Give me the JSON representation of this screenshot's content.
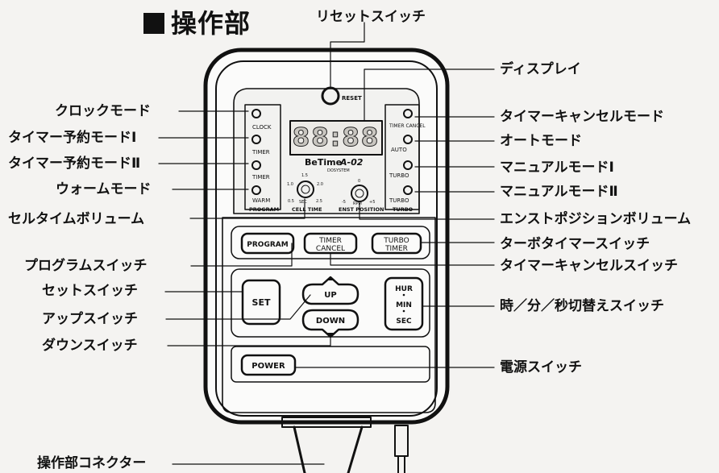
{
  "title": "操作部",
  "callouts": {
    "reset_switch": "リセットスイッチ",
    "display": "ディスプレイ",
    "clock_mode": "クロックモード",
    "timer_mode_1": "タイマー予約モードⅠ",
    "timer_mode_2": "タイマー予約モードⅡ",
    "warm_mode": "ウォームモード",
    "cell_time_volume": "セルタイムボリューム",
    "program_switch": "プログラムスイッチ",
    "set_switch": "セットスイッチ",
    "up_switch": "アップスイッチ",
    "down_switch": "ダウンスイッチ",
    "connector": "操作部コネクター",
    "timer_cancel_mode": "タイマーキャンセルモード",
    "auto_mode": "オートモード",
    "manual_mode_1": "マニュアルモードⅠ",
    "manual_mode_2": "マニュアルモードⅡ",
    "enst_position_volume": "エンストポジションボリューム",
    "turbo_timer_switch": "ターボタイマースイッチ",
    "timer_cancel_switch": "タイマーキャンセルスイッチ",
    "hms_switch": "時／分／秒切替えスイッチ",
    "power_switch": "電源スイッチ"
  },
  "device": {
    "reset": "RESET",
    "display_digits": "88:88",
    "brand": "BeTime",
    "model": "A-02",
    "maker": "DOSYSTEM",
    "left_leds": [
      "CLOCK",
      "TIMER",
      "TIMER",
      "WARM"
    ],
    "right_leds": [
      "TIMER CANCEL",
      "AUTO",
      "TURBO",
      "TURBO"
    ],
    "group_left": "PROGRAM",
    "group_mid1": "CELL TIME",
    "group_mid2": "ENST POSITION",
    "group_right": "TURBO",
    "dial1_scale": [
      "1.0",
      "1.5",
      "2.0",
      "0.5",
      "SEC",
      "2.5"
    ],
    "dial2_scale": [
      "0",
      "-5",
      "+5",
      "RPM"
    ],
    "btn_program": "PROGRAM",
    "btn_timer_cancel": [
      "TIMER",
      "CANCEL"
    ],
    "btn_turbo_timer": [
      "TURBO",
      "TIMER"
    ],
    "btn_set": "SET",
    "btn_up": "UP",
    "btn_down": "DOWN",
    "btn_hms": [
      "HUR",
      "MIN",
      "SEC"
    ],
    "btn_power": "POWER"
  }
}
